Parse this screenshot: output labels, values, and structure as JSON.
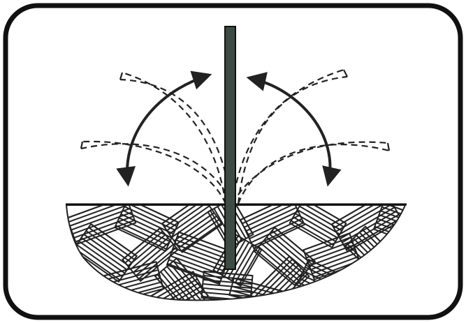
{
  "figure": {
    "kind": "pictogram",
    "subject": "pole-in-ground-bending",
    "colors": {
      "outline": "#111111",
      "pole": "#3e4a44",
      "background": "#ffffff",
      "hatch": "#222222"
    },
    "elements": [
      {
        "name": "frame-border",
        "icon": "rounded-rectangle-border"
      },
      {
        "name": "pole",
        "icon": "vertical-pole"
      },
      {
        "name": "ground",
        "icon": "hatched-soil"
      },
      {
        "name": "dashed-deflection-left",
        "icon": "dashed-bent-pole"
      },
      {
        "name": "dashed-deflection-right",
        "icon": "dashed-bent-pole"
      },
      {
        "name": "arrow-left",
        "icon": "double-headed-curved-arrow"
      },
      {
        "name": "arrow-right",
        "icon": "double-headed-curved-arrow"
      }
    ]
  }
}
